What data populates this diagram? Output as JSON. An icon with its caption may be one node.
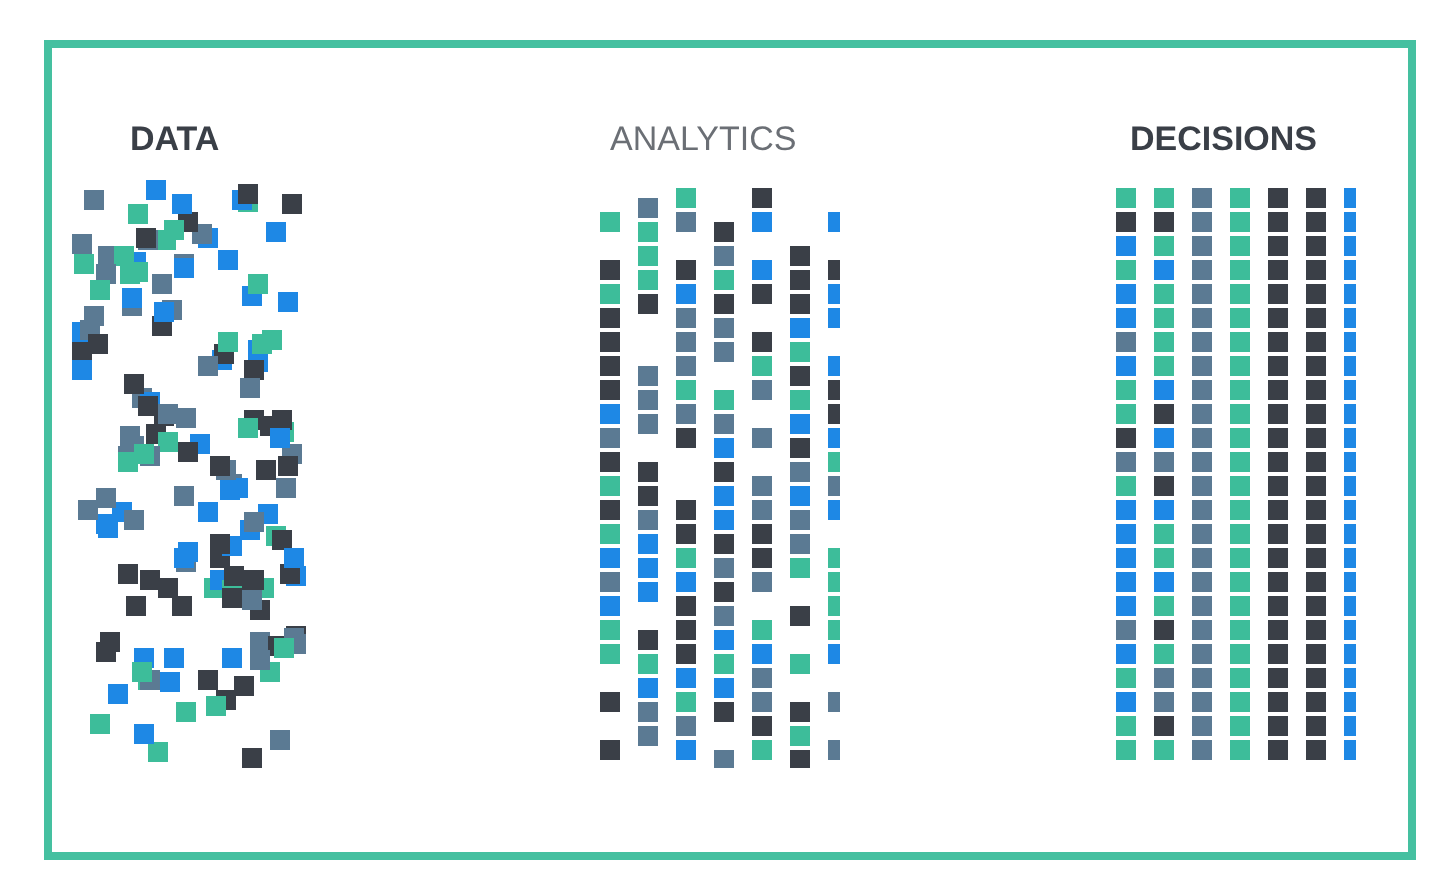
{
  "diagram": {
    "labels": [
      "DATA",
      "ANALYTICS",
      "DECISIONS"
    ]
  }
}
